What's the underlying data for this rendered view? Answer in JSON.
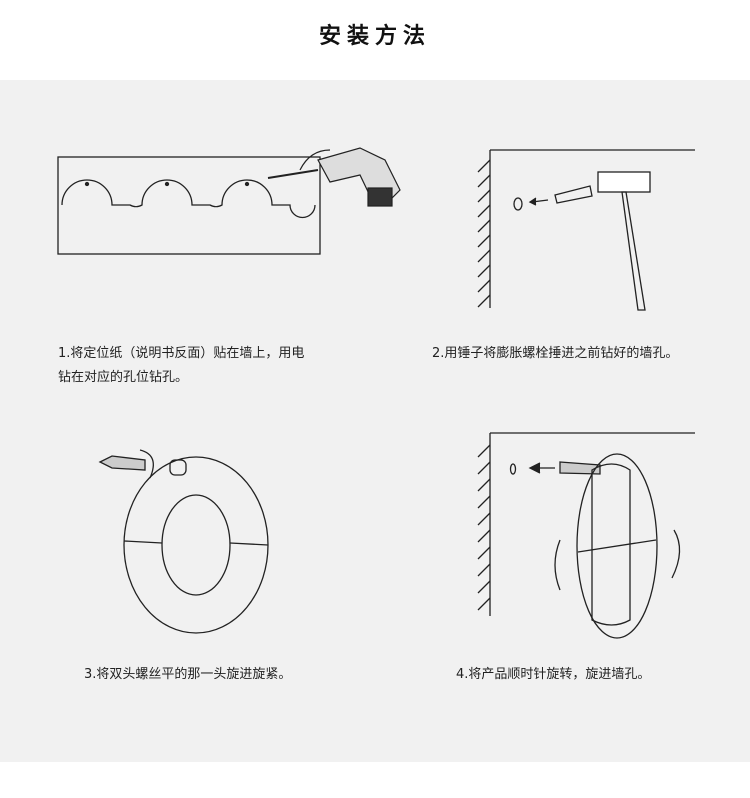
{
  "title": "安装方法",
  "steps": [
    {
      "text": "1.将定位纸（说明书反面）贴在墙上，用电",
      "text2": "钻在对应的孔位钻孔。"
    },
    {
      "text": "2.用锤子将膨胀螺栓捶进之前钻好的墙孔。"
    },
    {
      "text": "3.将双头螺丝平的那一头旋进旋紧。"
    },
    {
      "text": "4.将产品顺时针旋转，旋进墙孔。"
    }
  ]
}
